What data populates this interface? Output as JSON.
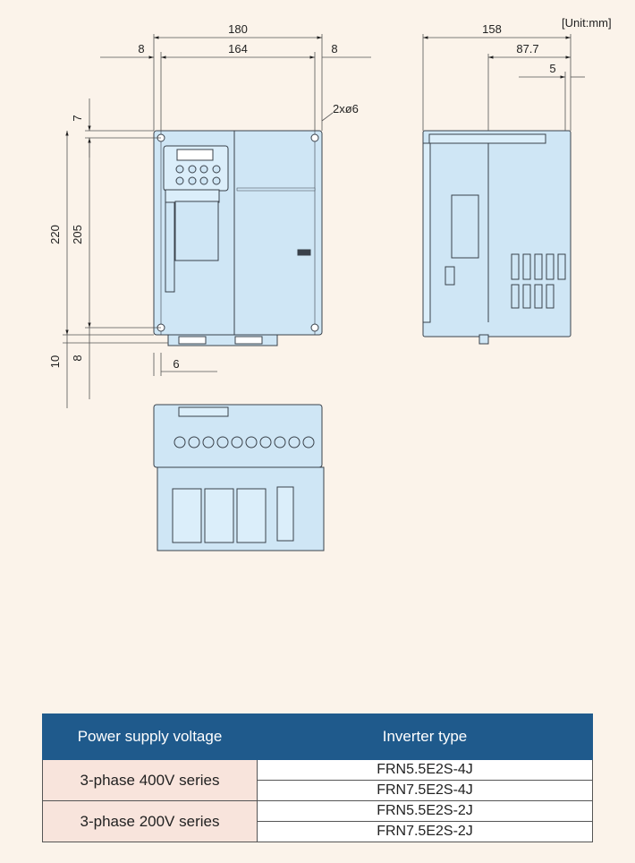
{
  "unit_label": "[Unit:mm]",
  "dimensions": {
    "front_width": "180",
    "front_inner_width": "164",
    "left_margin": "8",
    "right_margin": "8",
    "hole_label": "2xø6",
    "top_offset": "7",
    "height_total": "220",
    "height_inner": "205",
    "bottom_total": "10",
    "bottom_offset": "8",
    "slot_width": "6",
    "side_depth": "158",
    "side_inner_depth": "87.7",
    "side_small": "5"
  },
  "table": {
    "headers": [
      "Power supply voltage",
      "Inverter type"
    ],
    "groups": [
      {
        "voltage": "3-phase 400V series",
        "types": [
          "FRN5.5E2S-4J",
          "FRN7.5E2S-4J"
        ]
      },
      {
        "voltage": "3-phase 200V series",
        "types": [
          "FRN5.5E2S-2J",
          "FRN7.5E2S-2J"
        ]
      }
    ]
  },
  "colors": {
    "background": "#fbf3ea",
    "device_fill": "#cfe6f5",
    "device_stroke": "#39414a",
    "header_fill": "#1f5a8c",
    "group_fill": "#f8e4dc"
  }
}
